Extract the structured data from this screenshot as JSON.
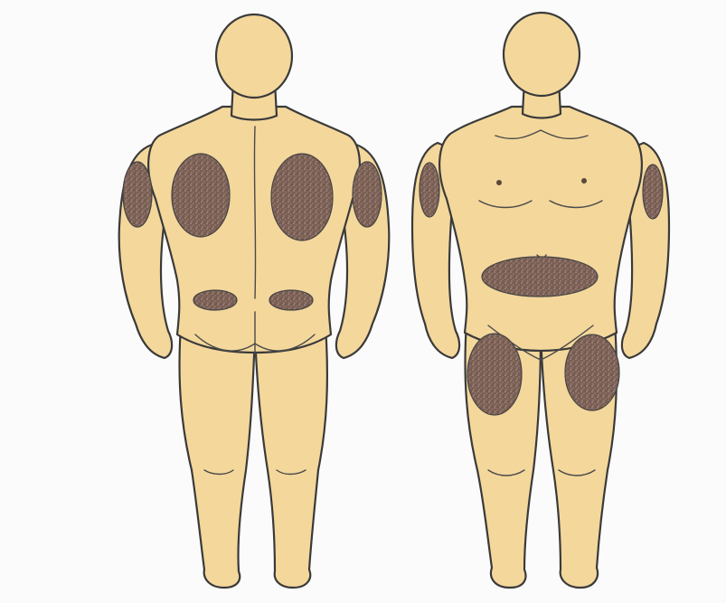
{
  "figure": {
    "views": [
      "back",
      "front"
    ],
    "colors": {
      "skin": "#f4d79b",
      "outline": "#3a3a3a",
      "zone_base": "#7a5f55",
      "zone_speckle": "#b89b8f",
      "background": "#fbfbfb"
    },
    "zones": {
      "back": [
        "left-upper-arm",
        "right-upper-arm",
        "left-upper-back",
        "right-upper-back",
        "left-lower-back",
        "right-lower-back"
      ],
      "front": [
        "left-upper-arm",
        "right-upper-arm",
        "abdomen",
        "left-thigh",
        "right-thigh"
      ]
    }
  }
}
